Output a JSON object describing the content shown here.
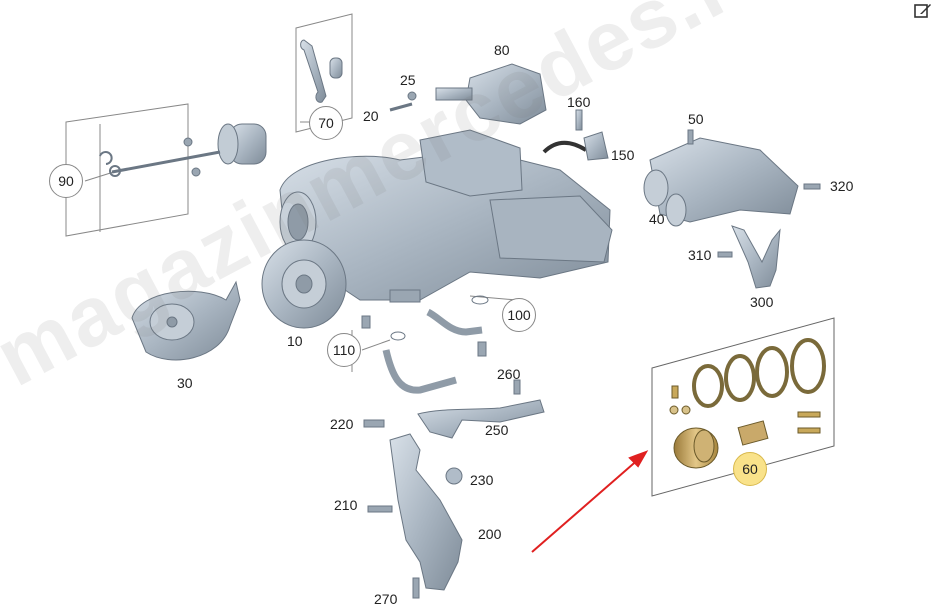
{
  "watermark": "magazinmercedes.ru",
  "icons": {
    "edit": "edit-pencil-icon"
  },
  "callouts": {
    "c70": "70",
    "c90": "90",
    "c100": "100",
    "c110": "110",
    "c60": "60"
  },
  "labels": {
    "l80": "80",
    "l25": "25",
    "l20": "20",
    "l160": "160",
    "l150": "150",
    "l50": "50",
    "l320": "320",
    "l40": "40",
    "l310": "310",
    "l300": "300",
    "l10": "10",
    "l30": "30",
    "l260": "260",
    "l250": "250",
    "l220": "220",
    "l230": "230",
    "l210": "210",
    "l200": "200",
    "l270": "270"
  },
  "colors": {
    "highlight_fill": "#f9e28a",
    "arrow": "#e02020",
    "part_fill": "#b9c4cf",
    "part_stroke": "#6b7784"
  }
}
